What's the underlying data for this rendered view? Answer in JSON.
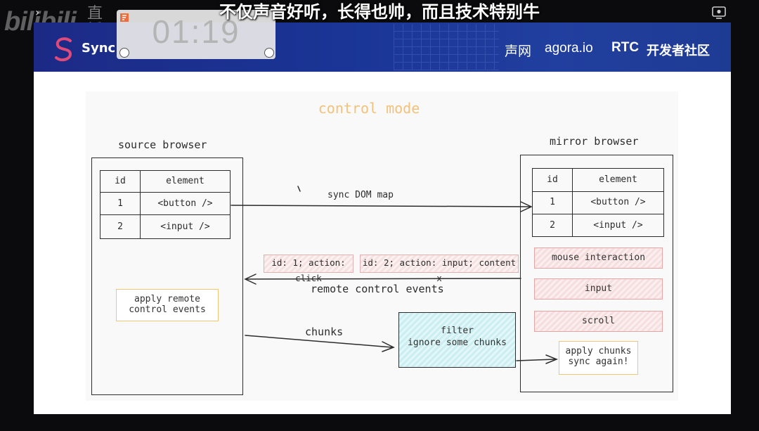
{
  "overlay": {
    "site_logo": "bilibili",
    "live_label": "直播",
    "caption": "不仅声音好听，长得也帅，而且技术特别牛",
    "timer": "01:19"
  },
  "banner": {
    "title": "Sync",
    "partners": [
      "声网",
      "agora.io"
    ],
    "rtc_logo": "RTC",
    "rtc_label": "开发者社区"
  },
  "diagram": {
    "title": "control mode",
    "source": {
      "title": "source browser",
      "table_header": [
        "id",
        "element"
      ],
      "rows": [
        [
          "1",
          "<button />"
        ],
        [
          "2",
          "<input />"
        ]
      ],
      "apply_box": [
        "apply remote",
        "control events"
      ]
    },
    "mirror": {
      "title": "mirror browser",
      "table_header": [
        "id",
        "element"
      ],
      "rows": [
        [
          "1",
          "<button />"
        ],
        [
          "2",
          "<input />"
        ]
      ],
      "actions": [
        "mouse interaction",
        "input",
        "scroll"
      ],
      "apply_chunks": [
        "apply chunks",
        "sync again!"
      ]
    },
    "sync_label": "sync DOM map",
    "events": [
      "id: 1; action: click",
      "id: 2; action: input; content x"
    ],
    "remote_label": "remote control events",
    "chunks_label": "chunks",
    "filter": [
      "filter",
      "ignore some chunks"
    ]
  },
  "colors": {
    "banner_blue": "#1c2a86",
    "title_orange": "#f2c27a",
    "event_pink": "#f7dede",
    "filter_cyan": "#cbeef2",
    "box_orange": "#f0c874"
  }
}
